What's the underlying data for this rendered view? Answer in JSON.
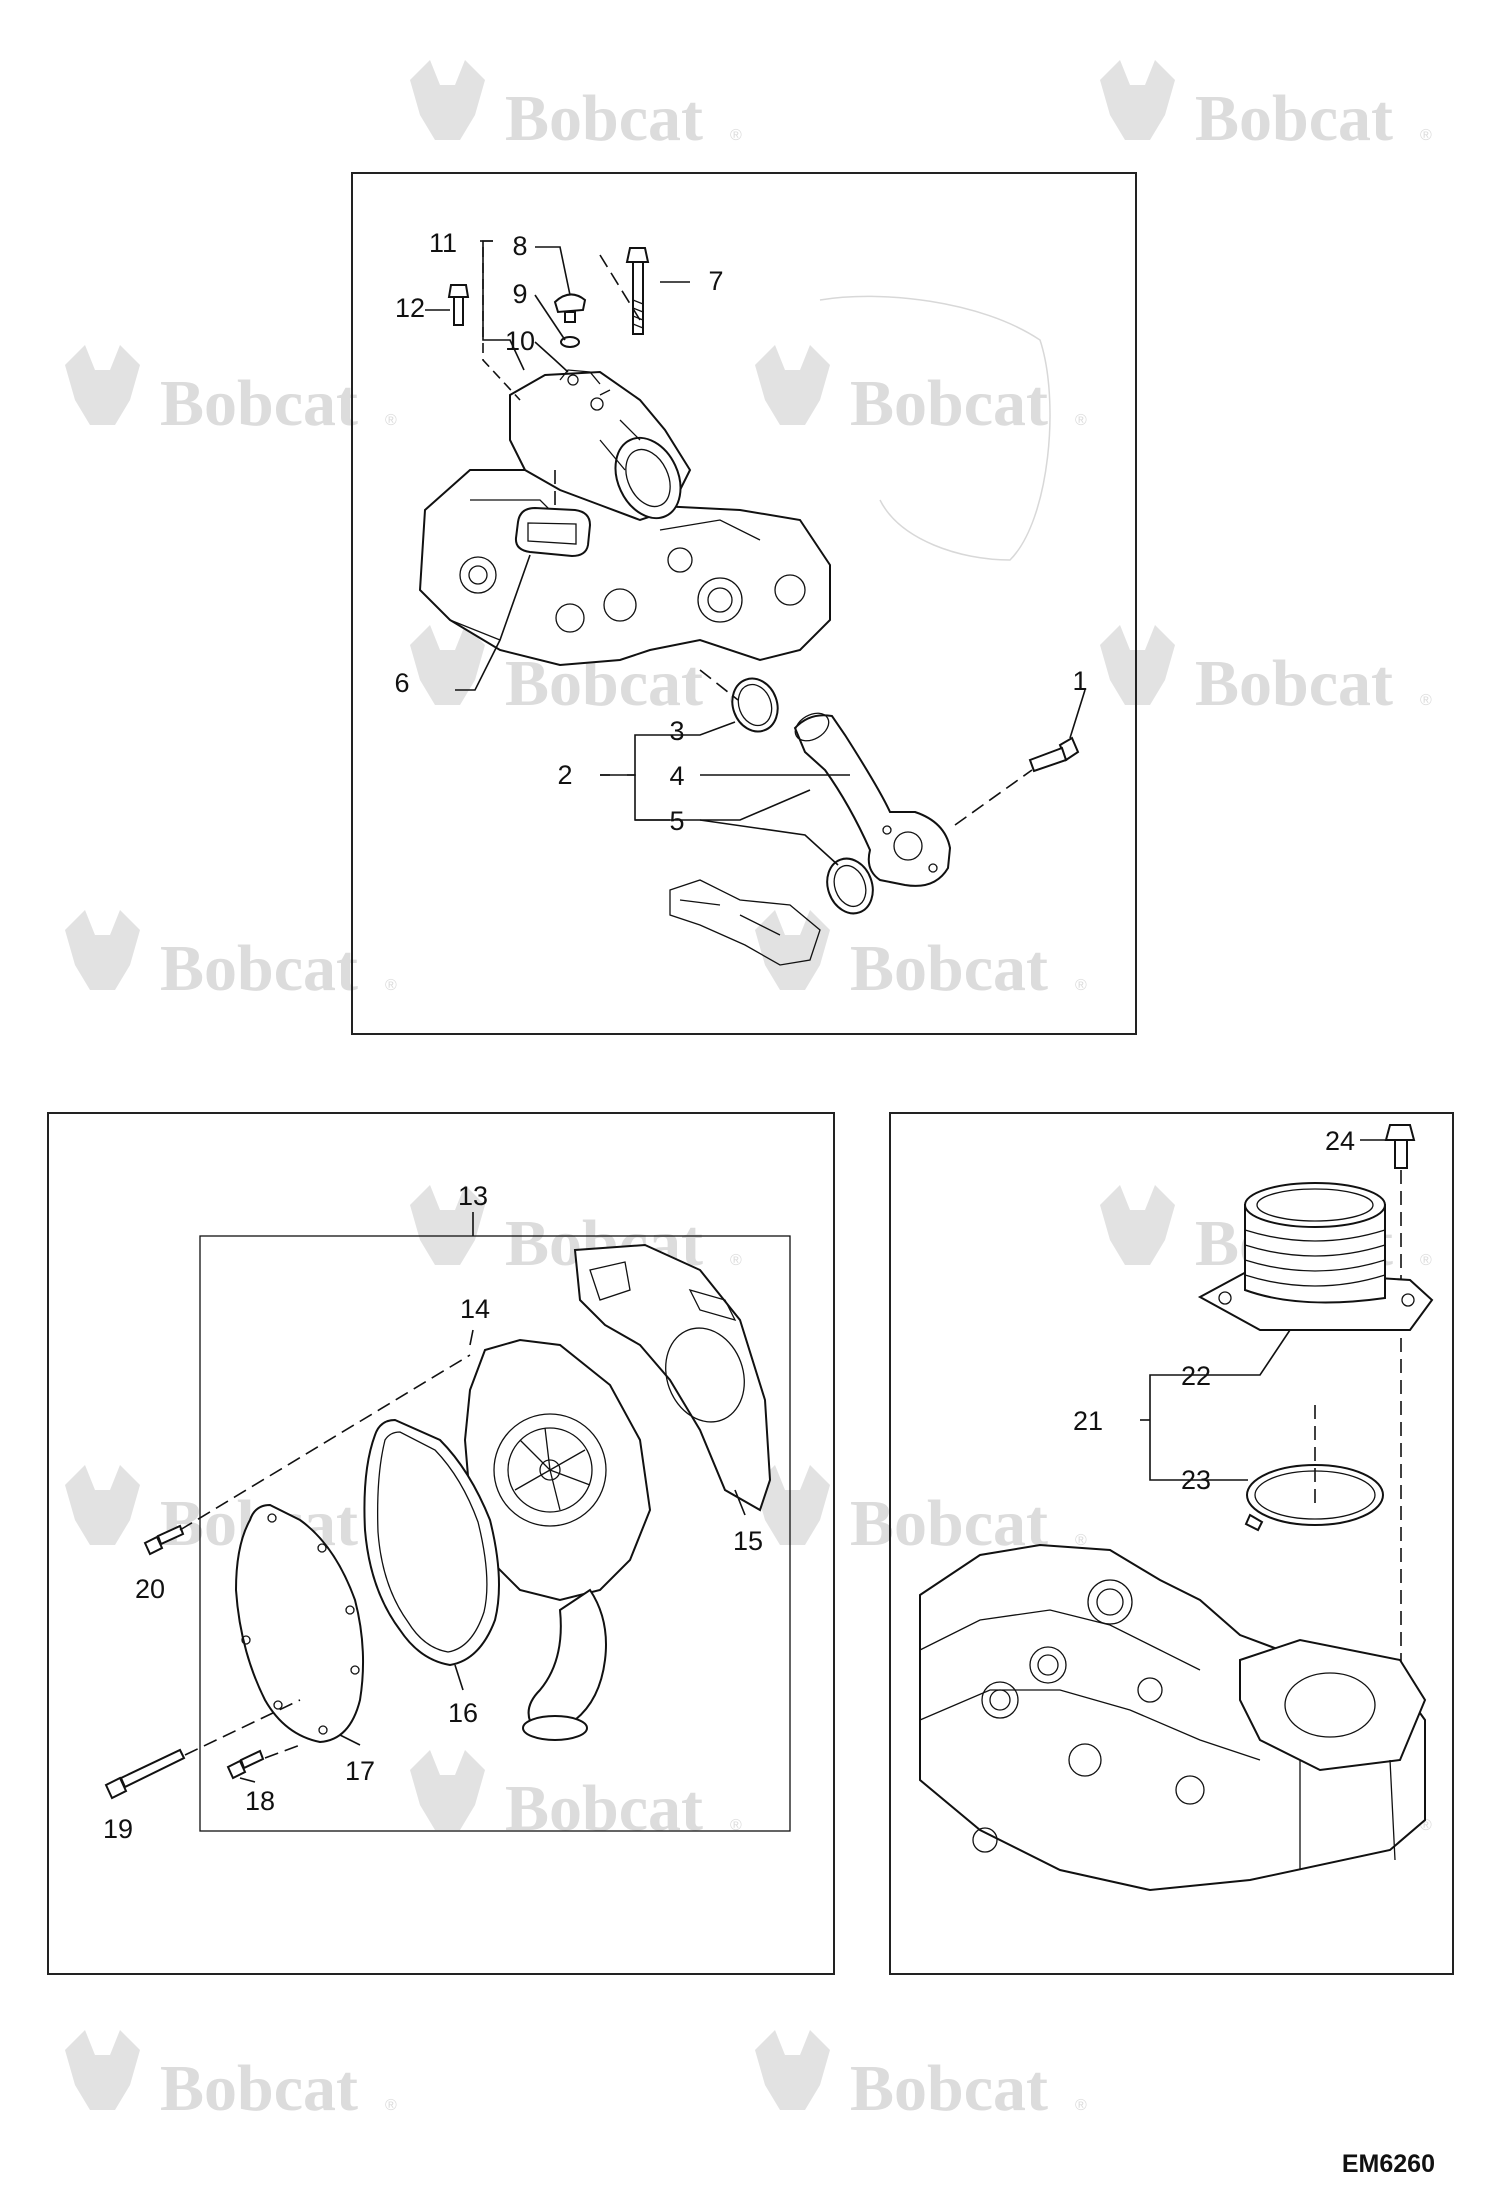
{
  "watermark": {
    "brand": "Bobcat",
    "registered": "®"
  },
  "figure_code": "EM6260",
  "callouts": {
    "n1": "1",
    "n2": "2",
    "n3": "3",
    "n4": "4",
    "n5": "5",
    "n6": "6",
    "n7": "7",
    "n8": "8",
    "n9": "9",
    "n10": "10",
    "n11": "11",
    "n12": "12",
    "n13": "13",
    "n14": "14",
    "n15": "15",
    "n16": "16",
    "n17": "17",
    "n18": "18",
    "n19": "19",
    "n20": "20",
    "n21": "21",
    "n22": "22",
    "n23": "23",
    "n24": "24"
  }
}
